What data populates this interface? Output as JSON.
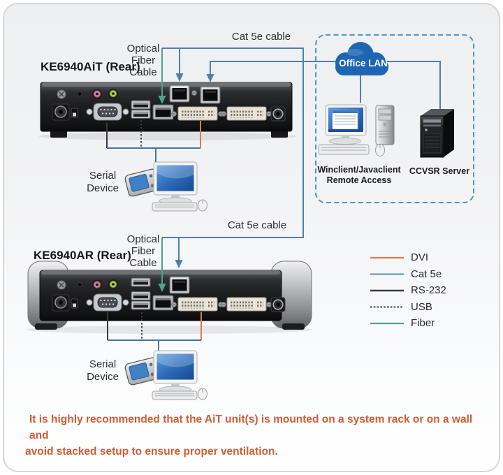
{
  "colors": {
    "cat5e_wire": "#4f80aa",
    "fiber_wire": "#4fa18c",
    "dvi_wire": "#dd7a4d",
    "rs232_wire": "#3a3a3c",
    "usb_wire": "#3a3a3c",
    "bracket_wire": "#4a7499",
    "lan_box_border": "#4d94c8",
    "cloud_fill": "#1e66b4"
  },
  "devices": {
    "transmitter": {
      "title": "KE6940AiT (Rear)"
    },
    "receiver": {
      "title": "KE6940AR (Rear)"
    }
  },
  "cable_labels": {
    "cat5e_top": "Cat 5e cable",
    "cat5e_bottom": "Cat 5e cable",
    "optical_top": {
      "line1": "Optical",
      "line2": "Fiber",
      "line3": "Cable"
    },
    "optical_bottom": {
      "line1": "Optical",
      "line2": "Fiber",
      "line3": "Cable"
    }
  },
  "peripherals": {
    "serial_top": {
      "line1": "Serial",
      "line2": "Device"
    },
    "serial_bottom": {
      "line1": "Serial",
      "line2": "Device"
    }
  },
  "office_lan": {
    "cloud_label": "Office LAN",
    "client_line1": "Winclient/Javaclient",
    "client_line2": "Remote Access",
    "server_label": "CCVSR Server"
  },
  "legend": {
    "items": [
      {
        "label": "DVI",
        "color": "#dd7a4d",
        "style": "solid"
      },
      {
        "label": "Cat 5e",
        "color": "#6f9ab8",
        "style": "solid"
      },
      {
        "label": "RS-232",
        "color": "#3a3a3c",
        "style": "solid"
      },
      {
        "label": "USB",
        "color": "#3a3a3c",
        "style": "dashed"
      },
      {
        "label": "Fiber",
        "color": "#57a390",
        "style": "solid"
      }
    ]
  },
  "note": {
    "line1": "It is highly recommended that the AiT unit(s) is mounted on a system rack or on a wall and",
    "line2": "avoid stacked setup to ensure proper ventilation."
  }
}
